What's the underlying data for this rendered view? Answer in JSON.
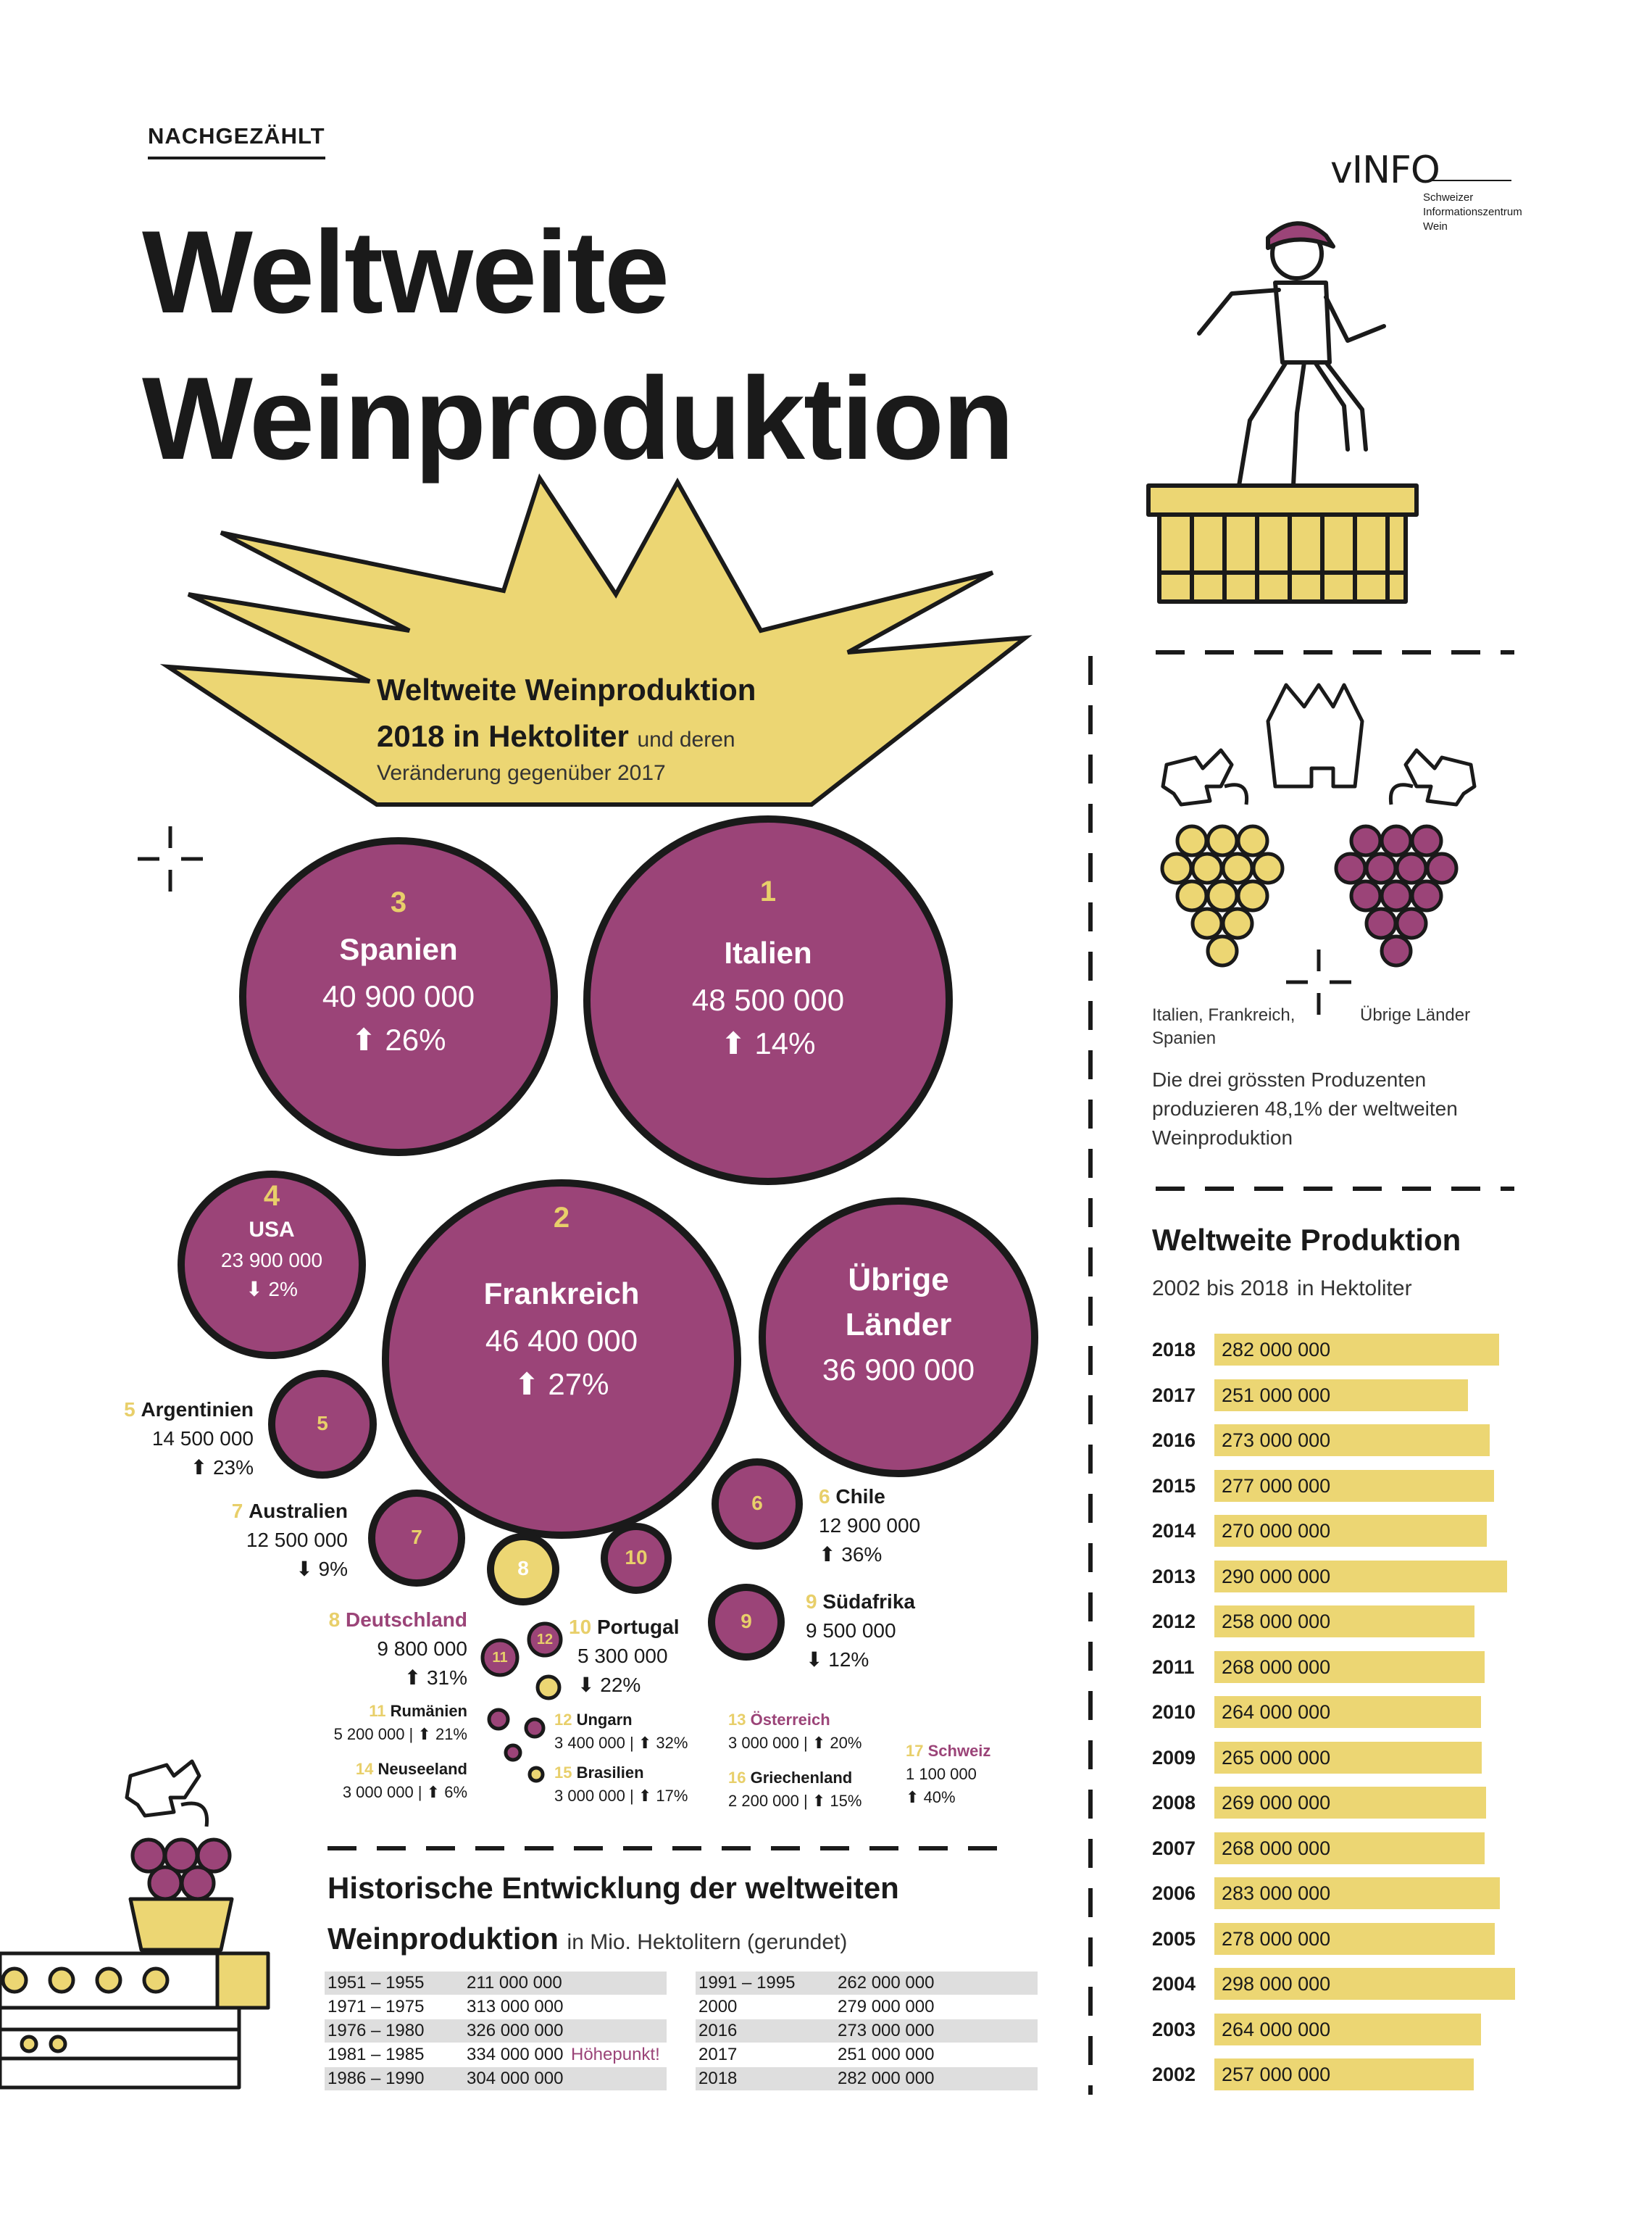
{
  "kicker": "NACHGEZÄHLT",
  "title_line1": "Weltweite",
  "title_line2": "Weinproduktion",
  "logo": {
    "word": "vINFO",
    "sub1": "Schweizer",
    "sub2": "Informationszentrum",
    "sub3": "Wein"
  },
  "crown": {
    "title1": "Weltweite Weinproduktion",
    "title2": "2018 in Hektoliter",
    "title2_suffix": "und deren",
    "subtitle": "Veränderung gegenüber 2017"
  },
  "colors": {
    "purple": "#9b4478",
    "yellow": "#ecd673",
    "black": "#1a1a1a"
  },
  "big_bubbles": [
    {
      "rank": "1",
      "name": "Italien",
      "value": "48 500 000",
      "change": "14%",
      "dir": "up"
    },
    {
      "rank": "2",
      "name": "Frankreich",
      "value": "46 400 000",
      "change": "27%",
      "dir": "up"
    },
    {
      "rank": "3",
      "name": "Spanien",
      "value": "40 900 000",
      "change": "26%",
      "dir": "up"
    },
    {
      "rank": "4",
      "name": "USA",
      "value": "23 900 000",
      "change": "2%",
      "dir": "down"
    },
    {
      "rank": "",
      "name1": "Übrige",
      "name2": "Länder",
      "value": "36 900 000"
    }
  ],
  "small_countries": {
    "argentinien": {
      "rank": "5",
      "name": "Argentinien",
      "value": "14 500 000",
      "change": "23%"
    },
    "chile": {
      "rank": "6",
      "name": "Chile",
      "value": "12 900 000",
      "change": "36%"
    },
    "australien": {
      "rank": "7",
      "name": "Australien",
      "value": "12 500 000",
      "change": "9%"
    },
    "deutschland": {
      "rank": "8",
      "name": "Deutschland",
      "value": "9 800 000",
      "change": "31%"
    },
    "suedafrika": {
      "rank": "9",
      "name": "Südafrika",
      "value": "9 500 000",
      "change": "12%"
    },
    "portugal": {
      "rank": "10",
      "name": "Portugal",
      "value": "5 300 000",
      "change": "22%"
    },
    "rumaenien": {
      "rank": "11",
      "name": "Rumänien",
      "value": "5 200 000 |",
      "change": "21%"
    },
    "ungarn": {
      "rank": "12",
      "name": "Ungarn",
      "value": "3 400 000 |",
      "change": "32%"
    },
    "oesterreich": {
      "rank": "13",
      "name": "Österreich",
      "value": "3 000 000 |",
      "change": "20%"
    },
    "neuseeland": {
      "rank": "14",
      "name": "Neuseeland",
      "value": "3 000 000 |",
      "change": "6%"
    },
    "brasilien": {
      "rank": "15",
      "name": "Brasilien",
      "value": "3 000 000 |",
      "change": "17%"
    },
    "griechenland": {
      "rank": "16",
      "name": "Griechenland",
      "value": "2 200 000 |",
      "change": "15%"
    },
    "schweiz": {
      "rank": "17",
      "name": "Schweiz",
      "value": "1 100 000",
      "change": "40%"
    }
  },
  "grapes": {
    "label_left1": "Italien, Frankreich,",
    "label_left2": "Spanien",
    "label_right": "Übrige Länder",
    "note1": "Die drei grössten Produzenten",
    "note2": "produzieren 48,1% der weltweiten",
    "note3": "Weinproduktion"
  },
  "history": {
    "title1": "Historische Entwicklung der weltweiten",
    "title2": "Weinproduktion",
    "title2_suffix": "in Mio. Hektolitern (gerundet)",
    "peak_label": "Höhepunkt!",
    "left": [
      {
        "period": "1951 – 1955",
        "value": "211 000 000"
      },
      {
        "period": "1971 – 1975",
        "value": "313 000 000"
      },
      {
        "period": "1976 – 1980",
        "value": "326 000 000"
      },
      {
        "period": "1981 – 1985",
        "value": "334 000 000"
      },
      {
        "period": "1986 – 1990",
        "value": "304 000 000"
      }
    ],
    "right": [
      {
        "period": "1991 – 1995",
        "value": "262 000 000"
      },
      {
        "period": "2000",
        "value": "279 000 000"
      },
      {
        "period": "2016",
        "value": "273 000 000"
      },
      {
        "period": "2017",
        "value": "251 000 000"
      },
      {
        "period": "2018",
        "value": "282 000 000"
      }
    ]
  },
  "production": {
    "title1": "Weltweite Produktion",
    "title2": "2002 bis 2018",
    "title2_suffix": "in Hektoliter"
  },
  "chart_data": {
    "type": "bar",
    "orientation": "horizontal",
    "title": "Weltweite Produktion 2002 bis 2018 in Hektoliter",
    "categories": [
      "2018",
      "2017",
      "2016",
      "2015",
      "2014",
      "2013",
      "2012",
      "2011",
      "2010",
      "2009",
      "2008",
      "2007",
      "2006",
      "2005",
      "2004",
      "2003",
      "2002"
    ],
    "values": [
      282000000,
      251000000,
      273000000,
      277000000,
      270000000,
      290000000,
      258000000,
      268000000,
      264000000,
      265000000,
      269000000,
      268000000,
      283000000,
      278000000,
      298000000,
      264000000,
      257000000
    ],
    "labels": [
      "282 000 000",
      "251 000 000",
      "273 000 000",
      "277 000 000",
      "270 000 000",
      "290 000 000",
      "258 000 000",
      "268 000 000",
      "264 000 000",
      "265 000 000",
      "269 000 000",
      "268 000 000",
      "283 000 000",
      "278 000 000",
      "298 000 000",
      "264 000 000",
      "257 000 000"
    ]
  }
}
